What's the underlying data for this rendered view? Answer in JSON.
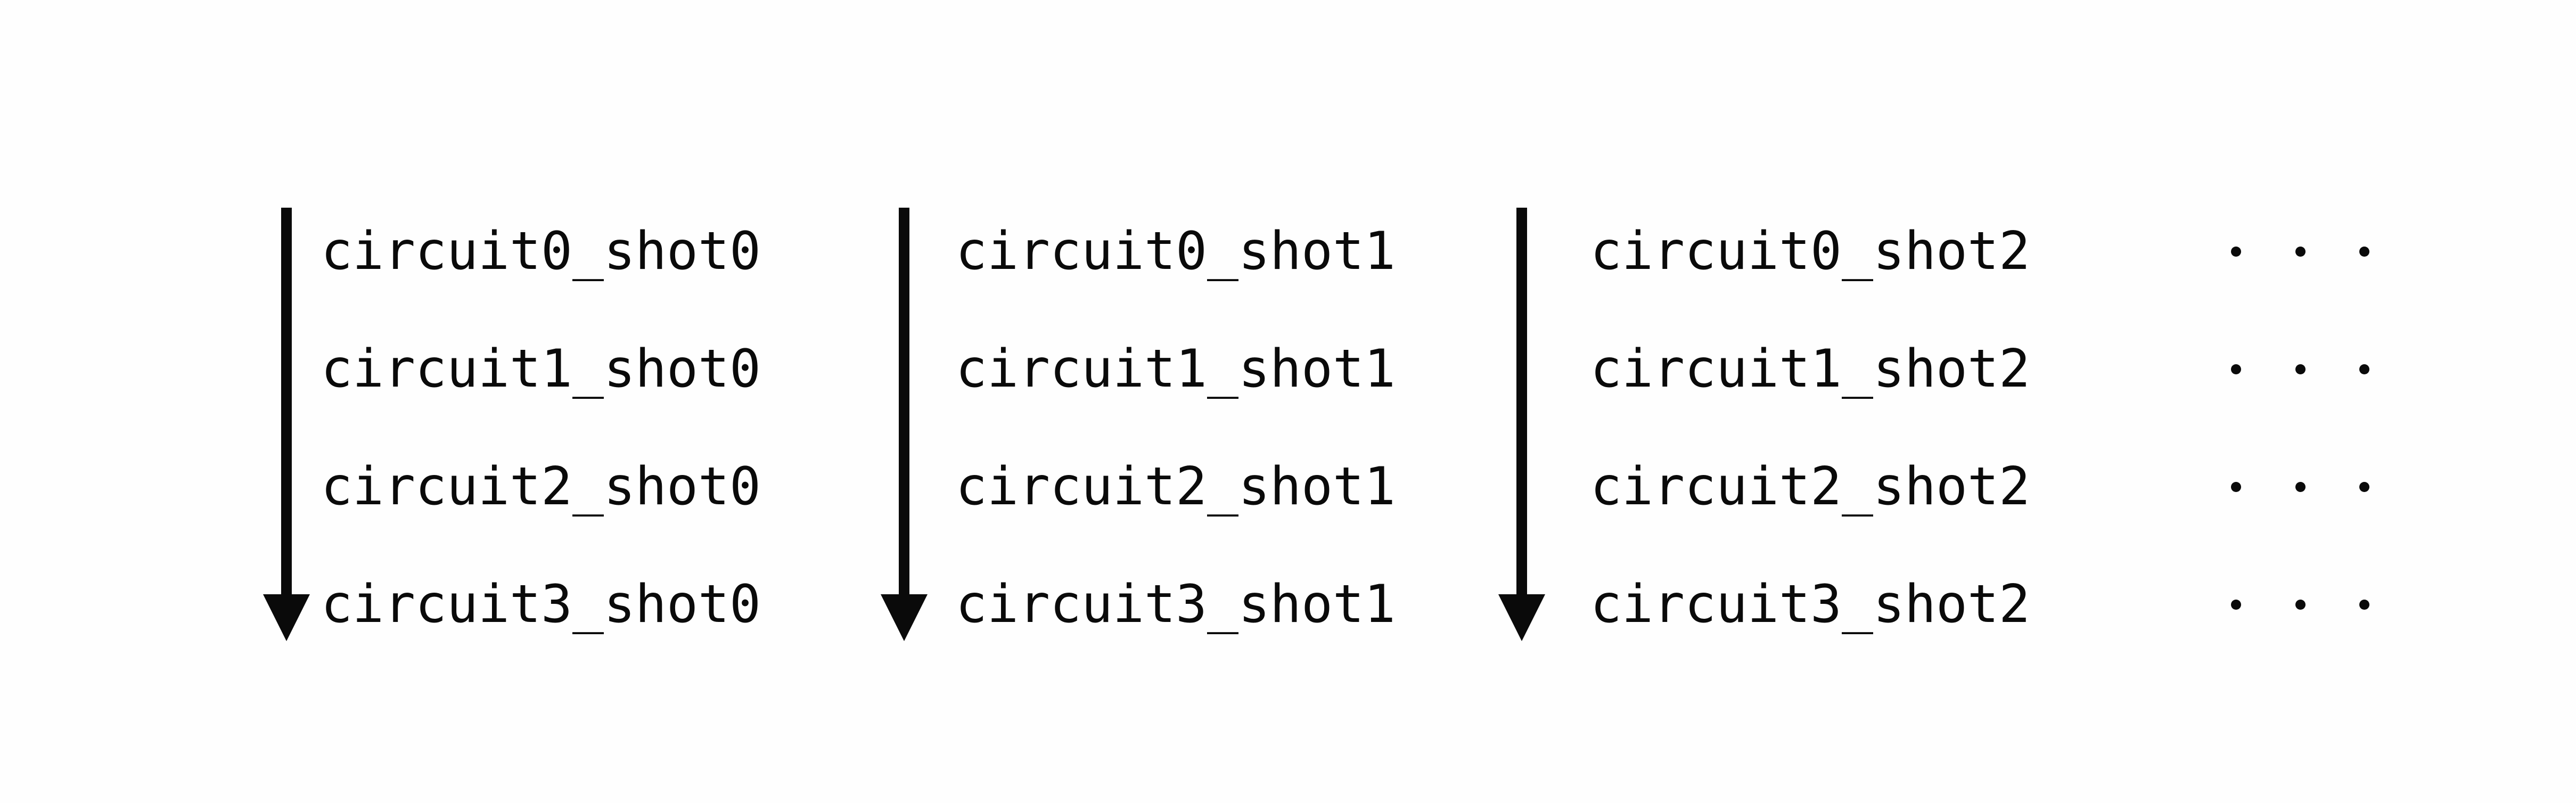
{
  "colors": {
    "ink": "#0a0a0a",
    "background": "#fefefe"
  },
  "columns": [
    {
      "labels": [
        "circuit0_shot0",
        "circuit1_shot0",
        "circuit2_shot0",
        "circuit3_shot0"
      ]
    },
    {
      "labels": [
        "circuit0_shot1",
        "circuit1_shot1",
        "circuit2_shot1",
        "circuit3_shot1"
      ]
    },
    {
      "labels": [
        "circuit0_shot2",
        "circuit1_shot2",
        "circuit2_shot2",
        "circuit3_shot2"
      ]
    }
  ],
  "ellipsis_symbol": "···"
}
